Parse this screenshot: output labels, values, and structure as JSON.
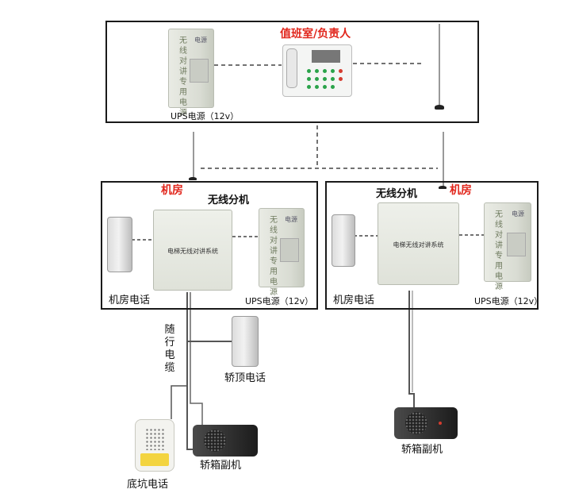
{
  "labels": {
    "duty_room": "值班室/负责人",
    "ups_top": "UPS电源（12v）",
    "machine_room_left": "机房",
    "machine_room_right": "机房",
    "wireless_ext_left": "无线分机",
    "wireless_ext_right": "无线分机",
    "machine_phone_left": "机房电话",
    "machine_phone_right": "机房电话",
    "ups_left": "UPS电源（12v）",
    "ups_right": "UPS电源（12v）",
    "traveling_cable": [
      "随",
      "行",
      "电",
      "缆"
    ],
    "car_top_phone": "轿顶电话",
    "car_sub_left": "轿箱副机",
    "car_sub_right": "轿箱副机",
    "pit_phone": "底坑电话"
  },
  "device_text": {
    "ups_face": [
      "无",
      "线",
      "对",
      "讲",
      "专",
      "用",
      "电",
      "源"
    ],
    "ups_logo": "电源",
    "main_box_title": "电梯无线对讲系统"
  },
  "colors": {
    "accent_red": "#e1261c",
    "frame": "#1a1a1a",
    "wire": "#555555"
  }
}
